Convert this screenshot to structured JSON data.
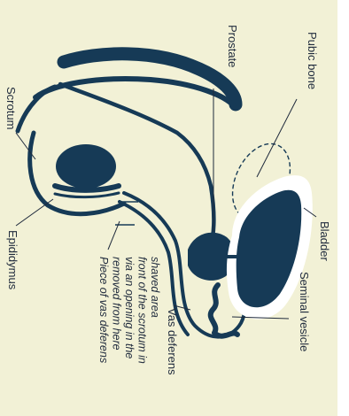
{
  "diagram": {
    "labels": {
      "pubic_bone": "Pubic bone",
      "prostate": "Prostate",
      "scrotum": "Scrotum",
      "bladder": "Bladder",
      "seminal_vesicle": "Seminal vesicle",
      "vas_deferens": "Vas deferens",
      "epididymus": "Epididymus"
    },
    "note_lines": [
      "Piece of vas deferens",
      "removed from here",
      "via an opening in the",
      "front of the scrotum in",
      "shaved area"
    ]
  },
  "colors": {
    "background": "#f2f1d6",
    "organ": "#163a56",
    "text": "#1f2a3c"
  }
}
